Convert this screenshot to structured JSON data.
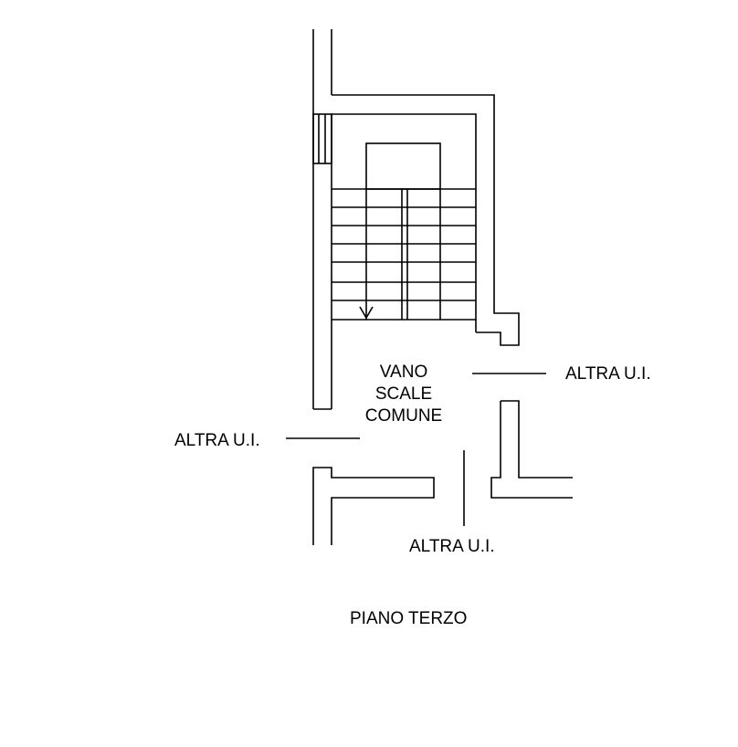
{
  "labels": {
    "room_line1": "VANO",
    "room_line2": "SCALE",
    "room_line3": "COMUNE",
    "unit_right": "ALTRA U.I.",
    "unit_left": "ALTRA U.I.",
    "unit_bottom": "ALTRA U.I.",
    "floor": "PIANO TERZO"
  },
  "colors": {
    "ink": "#000000",
    "background": "#ffffff"
  }
}
